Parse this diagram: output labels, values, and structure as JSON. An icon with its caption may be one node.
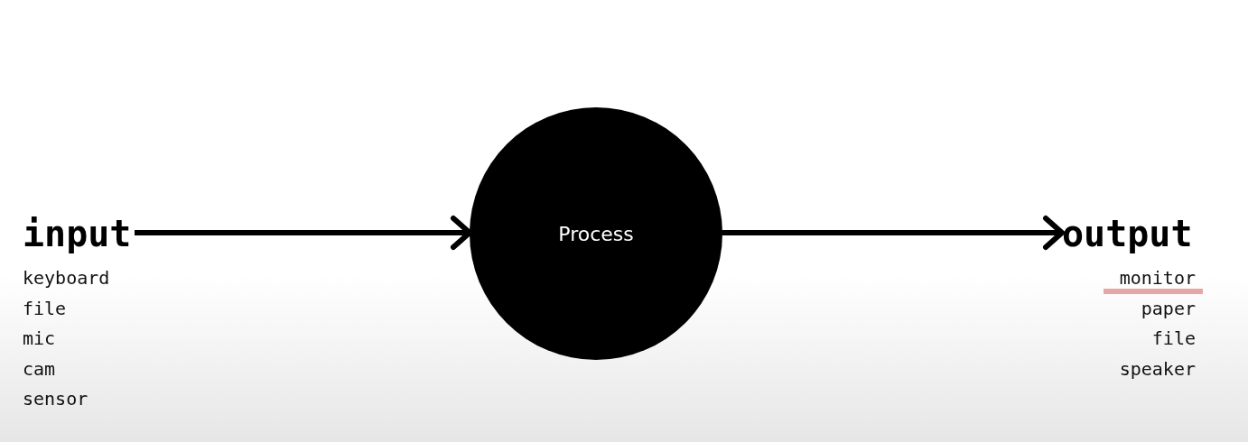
{
  "diagram": {
    "nodes": [
      {
        "text": [
          "input"
        ],
        "beside": [
          "keyboard",
          "file",
          "mic",
          "cam",
          "sensor"
        ]
      },
      {
        "text": [
          "Process"
        ]
      },
      {
        "text": [
          "output"
        ],
        "beside": [
          "monitor",
          "paper",
          "file",
          "speaker"
        ]
      }
    ],
    "edges": [
      {
        "from": 0,
        "to": 1,
        "arrow": "to"
      },
      {
        "from": 1,
        "to": 2,
        "arrow": "to"
      }
    ]
  }
}
